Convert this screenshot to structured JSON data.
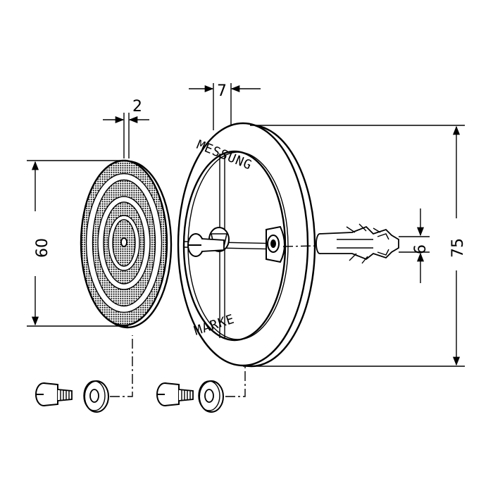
{
  "dimensions": {
    "disc_thickness": "2",
    "plate_thickness": "7",
    "disc_diameter": "60",
    "plate_diameter": "75",
    "dowel_diameter": "6"
  },
  "plate_markings": {
    "top": "MESSUNG",
    "bottom": "MARKE"
  },
  "colors": {
    "ink": "#000000",
    "paper": "#ffffff"
  }
}
